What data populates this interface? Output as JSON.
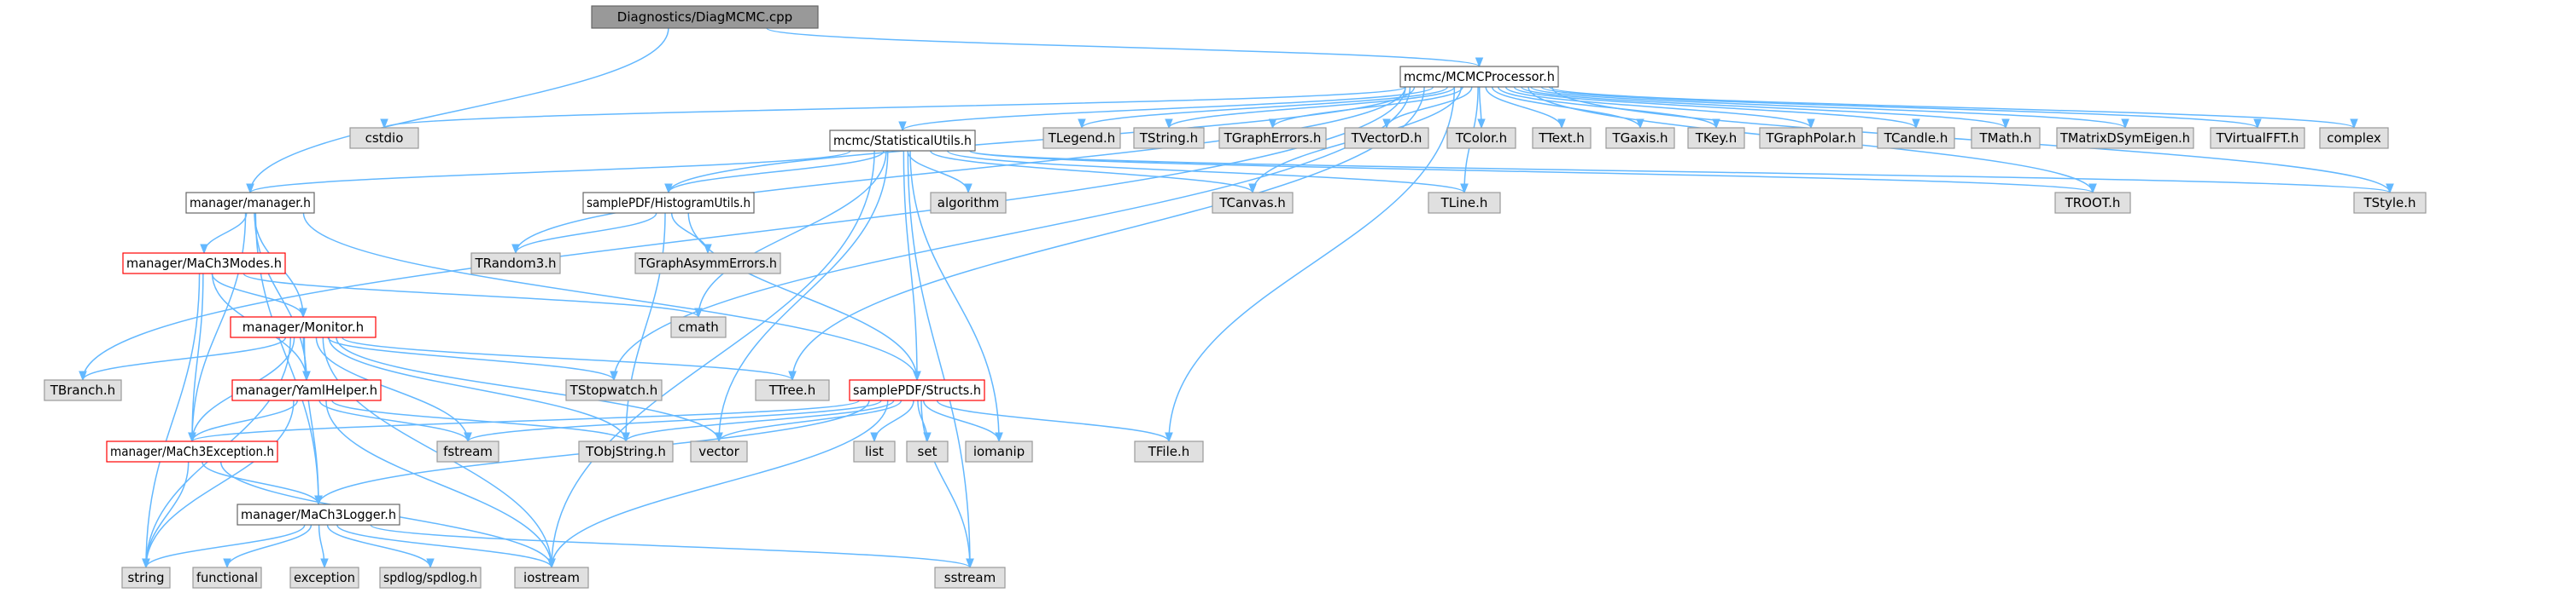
{
  "diagram": {
    "colors": {
      "edge": "#63b8ff",
      "root_fill": "#999999",
      "root_stroke": "#666666",
      "linked_fill": "#ffffff",
      "linked_stroke": "#666666",
      "unresolved_fill": "#e0e0e0",
      "unresolved_stroke": "#999999",
      "problem_stroke": "#ff0000",
      "text": "#000000"
    },
    "nodes": [
      {
        "id": "root",
        "label": "Diagnostics/DiagMCMC.cpp",
        "style": "root"
      },
      {
        "id": "mcmcproc",
        "label": "mcmc/MCMCProcessor.h",
        "style": "linked"
      },
      {
        "id": "manager",
        "label": "manager/manager.h",
        "style": "linked"
      },
      {
        "id": "cstdio",
        "label": "cstdio",
        "style": "unresolved"
      },
      {
        "id": "statutils",
        "label": "mcmc/StatisticalUtils.h",
        "style": "linked"
      },
      {
        "id": "tlegend",
        "label": "TLegend.h",
        "style": "unresolved"
      },
      {
        "id": "tstring",
        "label": "TString.h",
        "style": "unresolved"
      },
      {
        "id": "tgrapherr",
        "label": "TGraphErrors.h",
        "style": "unresolved"
      },
      {
        "id": "tvectord",
        "label": "TVectorD.h",
        "style": "unresolved"
      },
      {
        "id": "tcolor",
        "label": "TColor.h",
        "style": "unresolved"
      },
      {
        "id": "ttext",
        "label": "TText.h",
        "style": "unresolved"
      },
      {
        "id": "tgaxis",
        "label": "TGaxis.h",
        "style": "unresolved"
      },
      {
        "id": "tkey",
        "label": "TKey.h",
        "style": "unresolved"
      },
      {
        "id": "tgraphpolar",
        "label": "TGraphPolar.h",
        "style": "unresolved"
      },
      {
        "id": "tcandle",
        "label": "TCandle.h",
        "style": "unresolved"
      },
      {
        "id": "tmath",
        "label": "TMath.h",
        "style": "unresolved"
      },
      {
        "id": "tmatrix",
        "label": "TMatrixDSymEigen.h",
        "style": "unresolved"
      },
      {
        "id": "tvirtualfft",
        "label": "TVirtualFFT.h",
        "style": "unresolved"
      },
      {
        "id": "complex",
        "label": "complex",
        "style": "unresolved"
      },
      {
        "id": "algorithm",
        "label": "algorithm",
        "style": "unresolved"
      },
      {
        "id": "histutils",
        "label": "samplePDF/HistogramUtils.h",
        "style": "linked"
      },
      {
        "id": "tcanvas",
        "label": "TCanvas.h",
        "style": "unresolved"
      },
      {
        "id": "tline",
        "label": "TLine.h",
        "style": "unresolved"
      },
      {
        "id": "troot",
        "label": "TROOT.h",
        "style": "unresolved"
      },
      {
        "id": "tstyle",
        "label": "TStyle.h",
        "style": "unresolved"
      },
      {
        "id": "mach3modes",
        "label": "manager/MaCh3Modes.h",
        "style": "problem"
      },
      {
        "id": "trandom3",
        "label": "TRandom3.h",
        "style": "unresolved"
      },
      {
        "id": "tgraphasym",
        "label": "TGraphAsymmErrors.h",
        "style": "unresolved"
      },
      {
        "id": "cmath",
        "label": "cmath",
        "style": "unresolved"
      },
      {
        "id": "monitor",
        "label": "manager/Monitor.h",
        "style": "problem"
      },
      {
        "id": "tbranch",
        "label": "TBranch.h",
        "style": "unresolved"
      },
      {
        "id": "yamlhelper",
        "label": "manager/YamlHelper.h",
        "style": "problem"
      },
      {
        "id": "tstopwatch",
        "label": "TStopwatch.h",
        "style": "unresolved"
      },
      {
        "id": "ttree",
        "label": "TTree.h",
        "style": "unresolved"
      },
      {
        "id": "structs",
        "label": "samplePDF/Structs.h",
        "style": "problem"
      },
      {
        "id": "mach3exc",
        "label": "manager/MaCh3Exception.h",
        "style": "problem"
      },
      {
        "id": "fstream",
        "label": "fstream",
        "style": "unresolved"
      },
      {
        "id": "tobjstring",
        "label": "TObjString.h",
        "style": "unresolved"
      },
      {
        "id": "vector",
        "label": "vector",
        "style": "unresolved"
      },
      {
        "id": "list",
        "label": "list",
        "style": "unresolved"
      },
      {
        "id": "set",
        "label": "set",
        "style": "unresolved"
      },
      {
        "id": "iomanip",
        "label": "iomanip",
        "style": "unresolved"
      },
      {
        "id": "tfile",
        "label": "TFile.h",
        "style": "unresolved"
      },
      {
        "id": "mach3logger",
        "label": "manager/MaCh3Logger.h",
        "style": "linked"
      },
      {
        "id": "string",
        "label": "string",
        "style": "unresolved"
      },
      {
        "id": "functional",
        "label": "functional",
        "style": "unresolved"
      },
      {
        "id": "exception",
        "label": "exception",
        "style": "unresolved"
      },
      {
        "id": "spdlog",
        "label": "spdlog/spdlog.h",
        "style": "unresolved"
      },
      {
        "id": "iostream",
        "label": "iostream",
        "style": "unresolved"
      },
      {
        "id": "sstream",
        "label": "sstream",
        "style": "unresolved"
      }
    ],
    "edges": [
      [
        "root",
        "mcmcproc"
      ],
      [
        "root",
        "manager"
      ],
      [
        "mcmcproc",
        "cstdio"
      ],
      [
        "mcmcproc",
        "statutils"
      ],
      [
        "mcmcproc",
        "tlegend"
      ],
      [
        "mcmcproc",
        "tstring"
      ],
      [
        "mcmcproc",
        "tgrapherr"
      ],
      [
        "mcmcproc",
        "tvectord"
      ],
      [
        "mcmcproc",
        "tcolor"
      ],
      [
        "mcmcproc",
        "ttext"
      ],
      [
        "mcmcproc",
        "tgaxis"
      ],
      [
        "mcmcproc",
        "tkey"
      ],
      [
        "mcmcproc",
        "tgraphpolar"
      ],
      [
        "mcmcproc",
        "tcandle"
      ],
      [
        "mcmcproc",
        "tmath"
      ],
      [
        "mcmcproc",
        "tmatrix"
      ],
      [
        "mcmcproc",
        "tvirtualfft"
      ],
      [
        "mcmcproc",
        "complex"
      ],
      [
        "mcmcproc",
        "histutils"
      ],
      [
        "mcmcproc",
        "tcanvas"
      ],
      [
        "mcmcproc",
        "tline"
      ],
      [
        "mcmcproc",
        "troot"
      ],
      [
        "mcmcproc",
        "tstyle"
      ],
      [
        "mcmcproc",
        "trandom3"
      ],
      [
        "mcmcproc",
        "tbranch"
      ],
      [
        "mcmcproc",
        "tstopwatch"
      ],
      [
        "mcmcproc",
        "ttree"
      ],
      [
        "mcmcproc",
        "tfile"
      ],
      [
        "statutils",
        "manager"
      ],
      [
        "statutils",
        "histutils"
      ],
      [
        "statutils",
        "algorithm"
      ],
      [
        "statutils",
        "tcanvas"
      ],
      [
        "statutils",
        "tline"
      ],
      [
        "statutils",
        "troot"
      ],
      [
        "statutils",
        "tstyle"
      ],
      [
        "statutils",
        "cmath"
      ],
      [
        "statutils",
        "structs"
      ],
      [
        "statutils",
        "vector"
      ],
      [
        "statutils",
        "iomanip"
      ],
      [
        "statutils",
        "iostream"
      ],
      [
        "statutils",
        "sstream"
      ],
      [
        "manager",
        "mach3modes"
      ],
      [
        "manager",
        "monitor"
      ],
      [
        "manager",
        "yamlhelper"
      ],
      [
        "manager",
        "mach3exc"
      ],
      [
        "manager",
        "mach3logger"
      ],
      [
        "manager",
        "structs"
      ],
      [
        "histutils",
        "trandom3"
      ],
      [
        "histutils",
        "tgraphasym"
      ],
      [
        "histutils",
        "structs"
      ],
      [
        "histutils",
        "tobjstring"
      ],
      [
        "mach3modes",
        "monitor"
      ],
      [
        "mach3modes",
        "yamlhelper"
      ],
      [
        "mach3modes",
        "mach3exc"
      ],
      [
        "mach3modes",
        "cmath"
      ],
      [
        "mach3modes",
        "string"
      ],
      [
        "monitor",
        "tbranch"
      ],
      [
        "monitor",
        "yamlhelper"
      ],
      [
        "monitor",
        "tstopwatch"
      ],
      [
        "monitor",
        "ttree"
      ],
      [
        "monitor",
        "mach3exc"
      ],
      [
        "monitor",
        "fstream"
      ],
      [
        "monitor",
        "vector"
      ],
      [
        "monitor",
        "tobjstring"
      ],
      [
        "monitor",
        "mach3logger"
      ],
      [
        "monitor",
        "string"
      ],
      [
        "monitor",
        "iostream"
      ],
      [
        "yamlhelper",
        "mach3exc"
      ],
      [
        "yamlhelper",
        "fstream"
      ],
      [
        "yamlhelper",
        "tobjstring"
      ],
      [
        "yamlhelper",
        "string"
      ],
      [
        "yamlhelper",
        "iostream"
      ],
      [
        "structs",
        "mach3exc"
      ],
      [
        "structs",
        "mach3logger"
      ],
      [
        "structs",
        "fstream"
      ],
      [
        "structs",
        "tobjstring"
      ],
      [
        "structs",
        "vector"
      ],
      [
        "structs",
        "list"
      ],
      [
        "structs",
        "set"
      ],
      [
        "structs",
        "iomanip"
      ],
      [
        "structs",
        "tfile"
      ],
      [
        "structs",
        "iostream"
      ],
      [
        "structs",
        "sstream"
      ],
      [
        "mach3exc",
        "mach3logger"
      ],
      [
        "mach3exc",
        "string"
      ],
      [
        "mach3exc",
        "iostream"
      ],
      [
        "mach3logger",
        "string"
      ],
      [
        "mach3logger",
        "functional"
      ],
      [
        "mach3logger",
        "exception"
      ],
      [
        "mach3logger",
        "spdlog"
      ],
      [
        "mach3logger",
        "iostream"
      ],
      [
        "mach3logger",
        "sstream"
      ]
    ]
  }
}
